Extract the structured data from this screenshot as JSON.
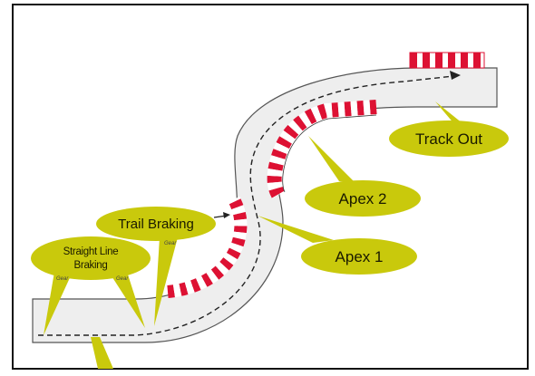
{
  "diagram": {
    "colors": {
      "track_fill": "#eeeeee",
      "track_edge": "#555555",
      "curb_red": "#dd1133",
      "curb_white": "#ffffff",
      "callout_fill": "#c9c90c",
      "racing_line": "#222222",
      "frame": "#111111"
    },
    "labels": {
      "track_out": "Track Out",
      "apex_2": "Apex 2",
      "apex_1": "Apex 1",
      "trail_braking": "Trail Braking",
      "straight_line_braking_1": "Straight Line",
      "straight_line_braking_2": "Braking",
      "gear_marks": [
        "Gear",
        "Gear",
        "Gear"
      ]
    },
    "icons": {
      "racing_line_arrow": "arrow-head-icon"
    }
  }
}
